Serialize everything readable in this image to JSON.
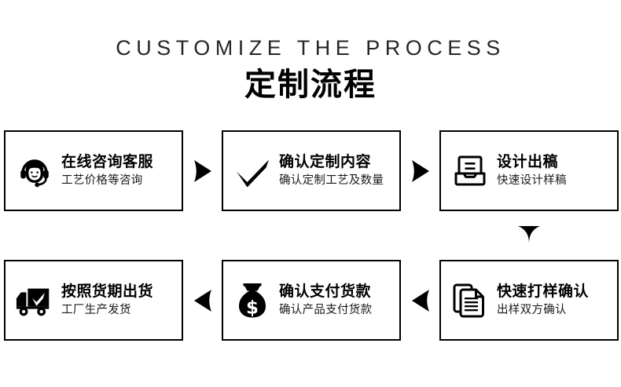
{
  "header": {
    "title_en": "CUSTOMIZE THE PROCESS",
    "title_cn": "定制流程"
  },
  "colors": {
    "background": "#ffffff",
    "border": "#000000",
    "text": "#000000",
    "icon": "#000000"
  },
  "flow": {
    "top_row": [
      {
        "icon": "headset-support-icon",
        "title": "在线咨询客服",
        "subtitle": "工艺价格等咨询"
      },
      {
        "icon": "checkmark-icon",
        "title": "确认定制内容",
        "subtitle": "确认定制工艺及数量"
      },
      {
        "icon": "inbox-tray-document-icon",
        "title": "设计出稿",
        "subtitle": "快速设计样稿"
      }
    ],
    "bottom_row": [
      {
        "icon": "delivery-truck-check-icon",
        "title": "按照货期出货",
        "subtitle": "工厂生产发货"
      },
      {
        "icon": "money-bag-dollar-icon",
        "title": "确认支付货款",
        "subtitle": "确认产品支付货款"
      },
      {
        "icon": "stacked-documents-icon",
        "title": "快速打样确认",
        "subtitle": "出样双方确认"
      }
    ],
    "arrows": {
      "top_1": "arrow-right-icon",
      "top_2": "arrow-right-icon",
      "right_down": "arrow-down-icon",
      "bottom_1": "arrow-left-icon",
      "bottom_2": "arrow-left-icon"
    }
  }
}
